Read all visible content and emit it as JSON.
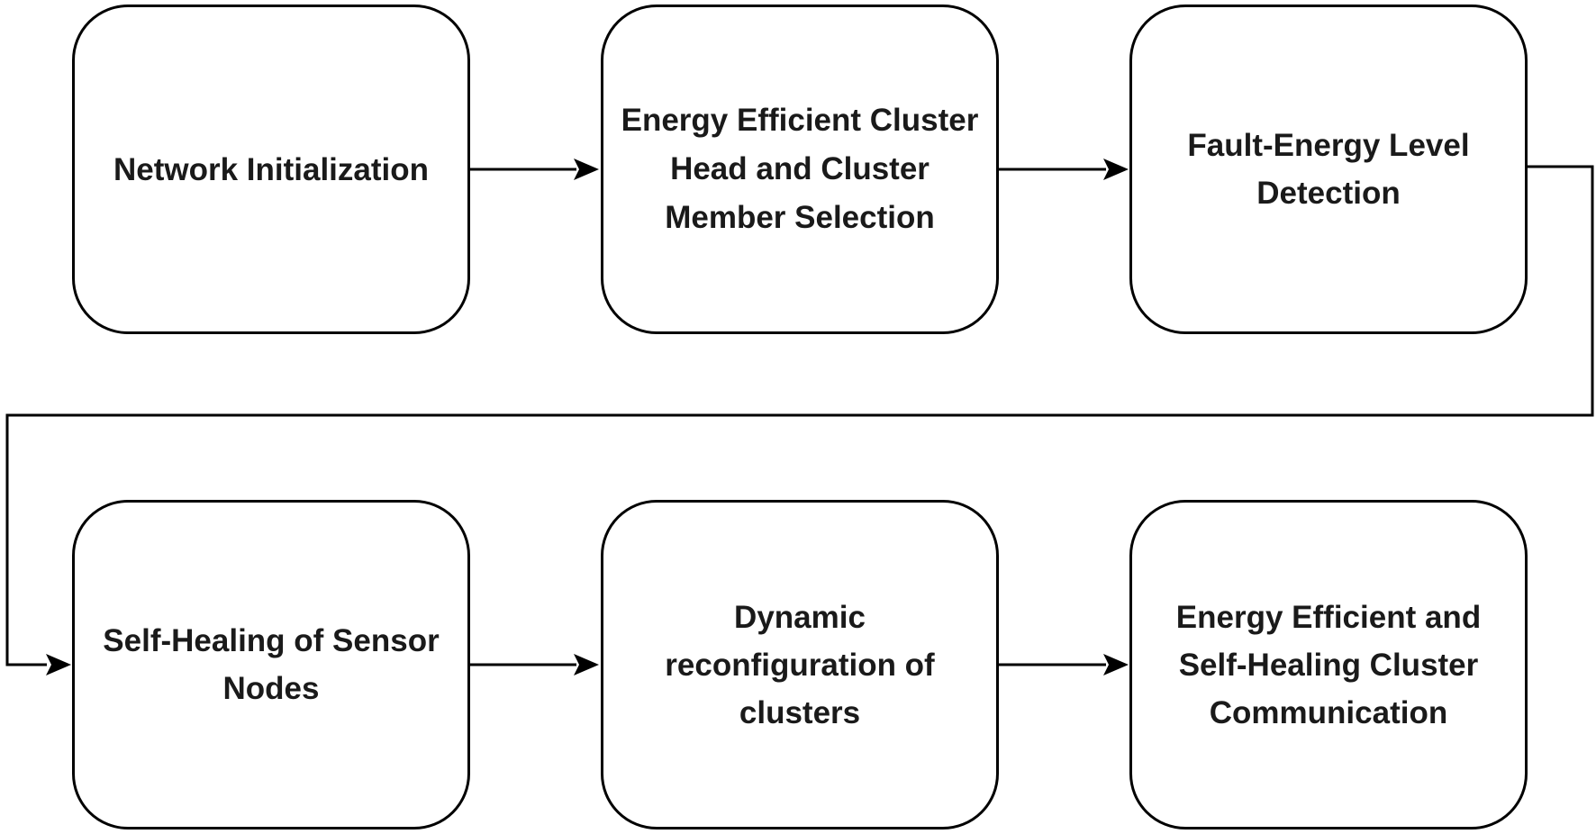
{
  "diagram": {
    "type": "flowchart",
    "steps": [
      {
        "id": "network-init",
        "label": "Network Initialization"
      },
      {
        "id": "ch-selection",
        "label": "Energy Efficient Cluster Head and Cluster Member Selection"
      },
      {
        "id": "fault-detection",
        "label": "Fault-Energy Level Detection"
      },
      {
        "id": "self-healing",
        "label": "Self-Healing of Sensor Nodes"
      },
      {
        "id": "reconfiguration",
        "label": "Dynamic reconfiguration of clusters"
      },
      {
        "id": "communication",
        "label": "Energy Efficient and Self-Healing Cluster Communication"
      }
    ],
    "connections": [
      {
        "from": "network-init",
        "to": "ch-selection"
      },
      {
        "from": "ch-selection",
        "to": "fault-detection"
      },
      {
        "from": "fault-detection",
        "to": "self-healing"
      },
      {
        "from": "self-healing",
        "to": "reconfiguration"
      },
      {
        "from": "reconfiguration",
        "to": "communication"
      }
    ],
    "colors": {
      "stroke": "#000000",
      "text": "#1a1a1a",
      "background": "#ffffff"
    }
  }
}
